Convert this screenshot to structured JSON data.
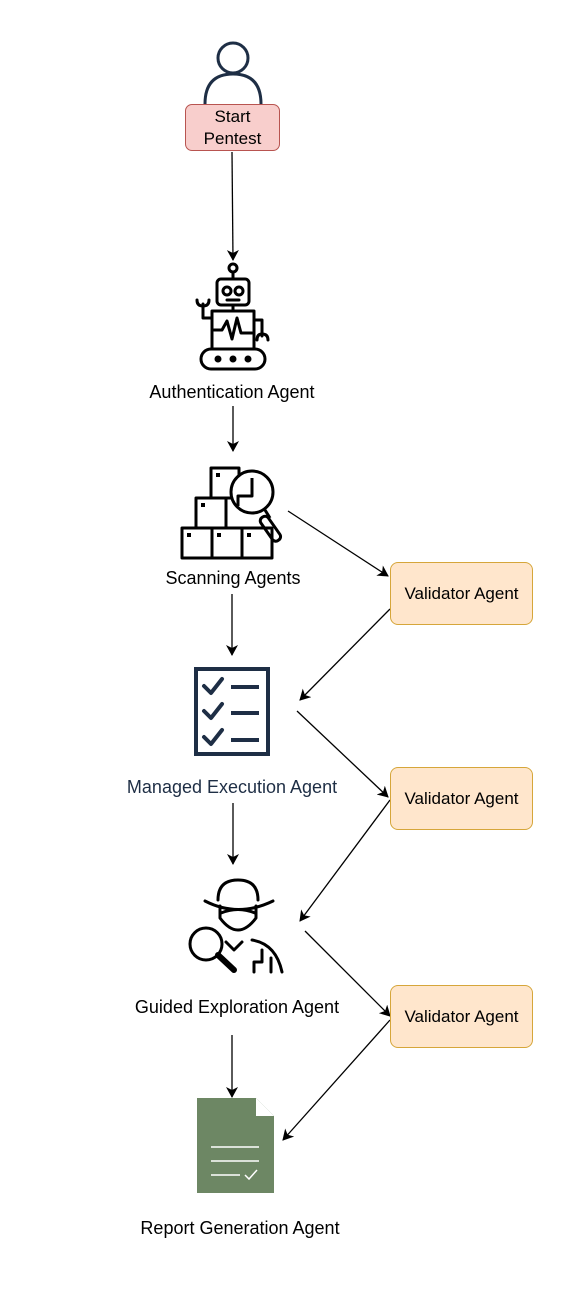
{
  "start": {
    "label": "Start Pentest"
  },
  "agents": {
    "authentication": "Authentication Agent",
    "scanning": "Scanning Agents",
    "managed_execution": "Managed Execution Agent",
    "guided_exploration": "Guided Exploration Agent",
    "report_generation": "Report Generation Agent"
  },
  "validators": [
    "Validator Agent",
    "Validator Agent",
    "Validator Agent"
  ],
  "icons": {
    "start": "user-icon",
    "authentication": "robot-icon",
    "scanning": "boxes-magnifier-icon",
    "managed_execution": "checklist-icon",
    "guided_exploration": "detective-icon",
    "report_generation": "document-icon"
  },
  "colors": {
    "start_fill": "#f8cecc",
    "start_border": "#b85450",
    "validator_fill": "#ffe6cc",
    "validator_border": "#d6a63a",
    "checklist": "#1e2e45",
    "document": "#6d8764"
  }
}
